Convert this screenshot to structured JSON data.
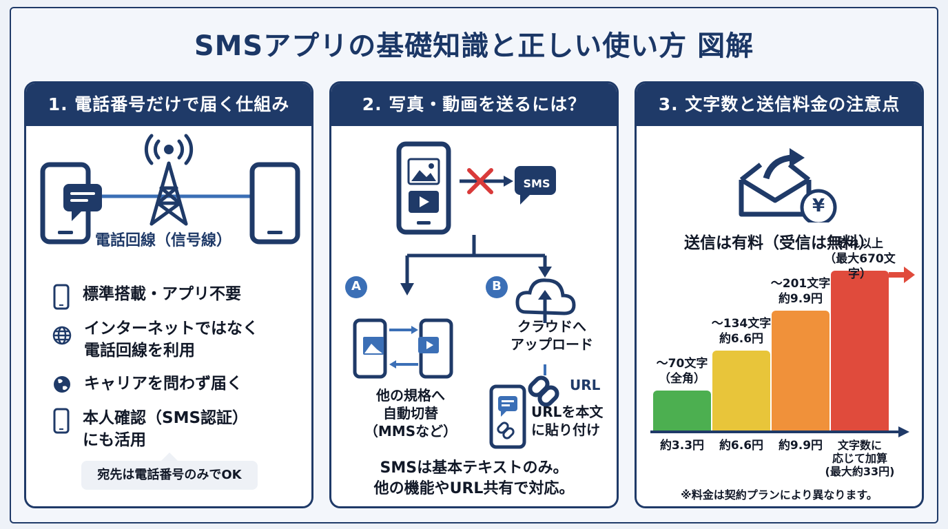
{
  "title": "SMSアプリの基礎知識と正しい使い方 図解",
  "panel1": {
    "header": "1. 電話番号だけで届く仕組み",
    "line_label": "電話回線（信号線）",
    "features": [
      {
        "icon": "phone-icon",
        "text": "標準搭載・アプリ不要"
      },
      {
        "icon": "globe-icon",
        "text": "インターネットではなく\n電話回線を利用"
      },
      {
        "icon": "earth-icon",
        "text": "キャリアを問わず届く"
      },
      {
        "icon": "phone-icon",
        "text": "本人確認（SMS認証）\nにも活用"
      }
    ],
    "note": "宛先は電話番号のみでOK"
  },
  "panel2": {
    "header": "2. 写真・動画を送るには？",
    "sms_badge": "SMS",
    "option_a_badge": "A",
    "option_b_badge": "B",
    "option_a_label": "他の規格へ\n自動切替\n（MMSなど）",
    "cloud_label": "クラウドへ\nアップロード",
    "url_label": "URL",
    "option_b_label": "URLを本文\nに貼り付け",
    "footer": "SMSは基本テキストのみ。\n他の機能やURL共有で対応。"
  },
  "panel3": {
    "header": "3. 文字数と送信料金の注意点",
    "yen_symbol": "¥",
    "subtitle": "送信は有料（受信は無料）",
    "note": "※料金は契約プランにより異なります。"
  },
  "colors": {
    "navy": "#1f3a68",
    "blue": "#3b6fb6",
    "red": "#d93a3a",
    "green": "#4caf50",
    "yellow": "#e8c53a",
    "orange": "#f0913a",
    "bar_red": "#e04b3c"
  },
  "chart_data": {
    "type": "bar",
    "categories": [
      "約3.3円",
      "約6.6円",
      "約9.9円",
      "文字数に\n応じて加算\n(最大約33円)"
    ],
    "values": [
      1,
      2,
      3,
      4
    ],
    "bar_labels": [
      "〜70文字\n（全角）",
      "〜134文字\n約6.6円",
      "〜201文字\n約9.9円",
      "それ以上\n（最大670文字）"
    ],
    "colors": [
      "#4caf50",
      "#e8c53a",
      "#f0913a",
      "#e04b3c"
    ]
  }
}
